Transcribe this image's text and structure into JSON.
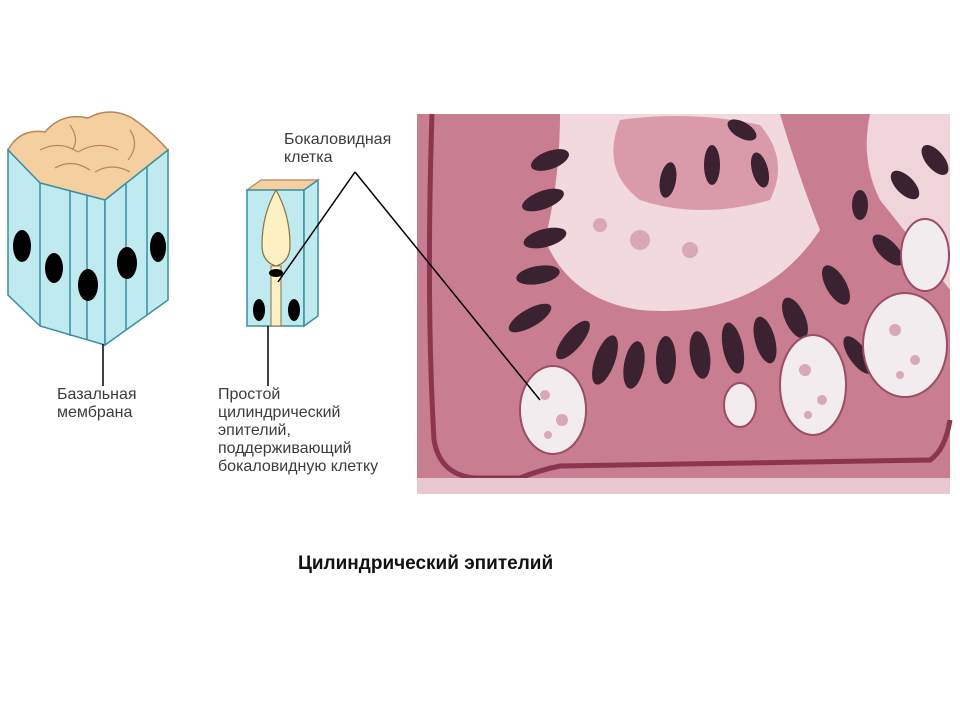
{
  "labels": {
    "basal_membrane": [
      "Базальная",
      "мембрана"
    ],
    "simple_epithelium": [
      "Простой",
      "цилиндрический",
      "эпителий,",
      "поддерживающий",
      "бокаловидную клетку"
    ],
    "goblet_cell": [
      "Бокаловидная",
      "клетка"
    ]
  },
  "caption": "Цилиндрический эпителий",
  "colors": {
    "cell_body": "#bfeaf0",
    "cell_outline": "#3a8fa0",
    "cell_top": "#f4cfa0",
    "nucleus": "#000000",
    "goblet_vesicle": "#fdf0c2",
    "tissue_bg": "#c97d90",
    "tissue_light": "#e9b9c3",
    "tissue_nucleus": "#3b2230",
    "leader_line": "#000000"
  }
}
